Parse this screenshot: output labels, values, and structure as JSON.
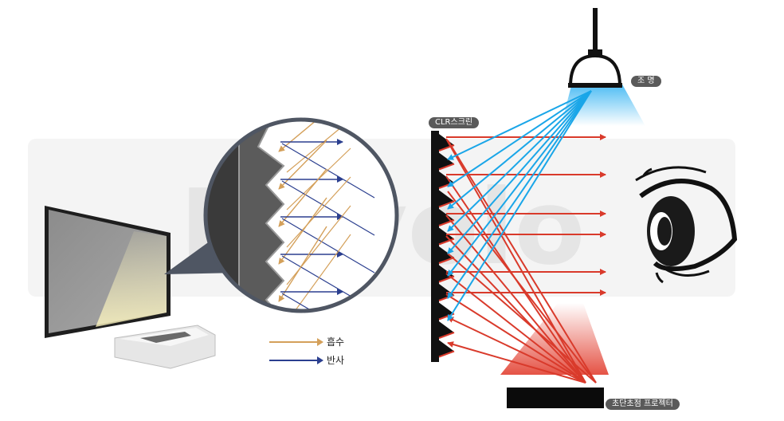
{
  "labels": {
    "lighting": "조 명",
    "screen": "CLR스크린",
    "projector": "초단초점 프로젝터"
  },
  "legend": {
    "absorb": "흡수",
    "reflect": "반사"
  },
  "watermark": "Nuvolo",
  "colors": {
    "absorb": "#d4a05a",
    "reflect": "#2b3f8f",
    "light_ray": "#1aa6e8",
    "projector_ray": "#d93a2b"
  }
}
